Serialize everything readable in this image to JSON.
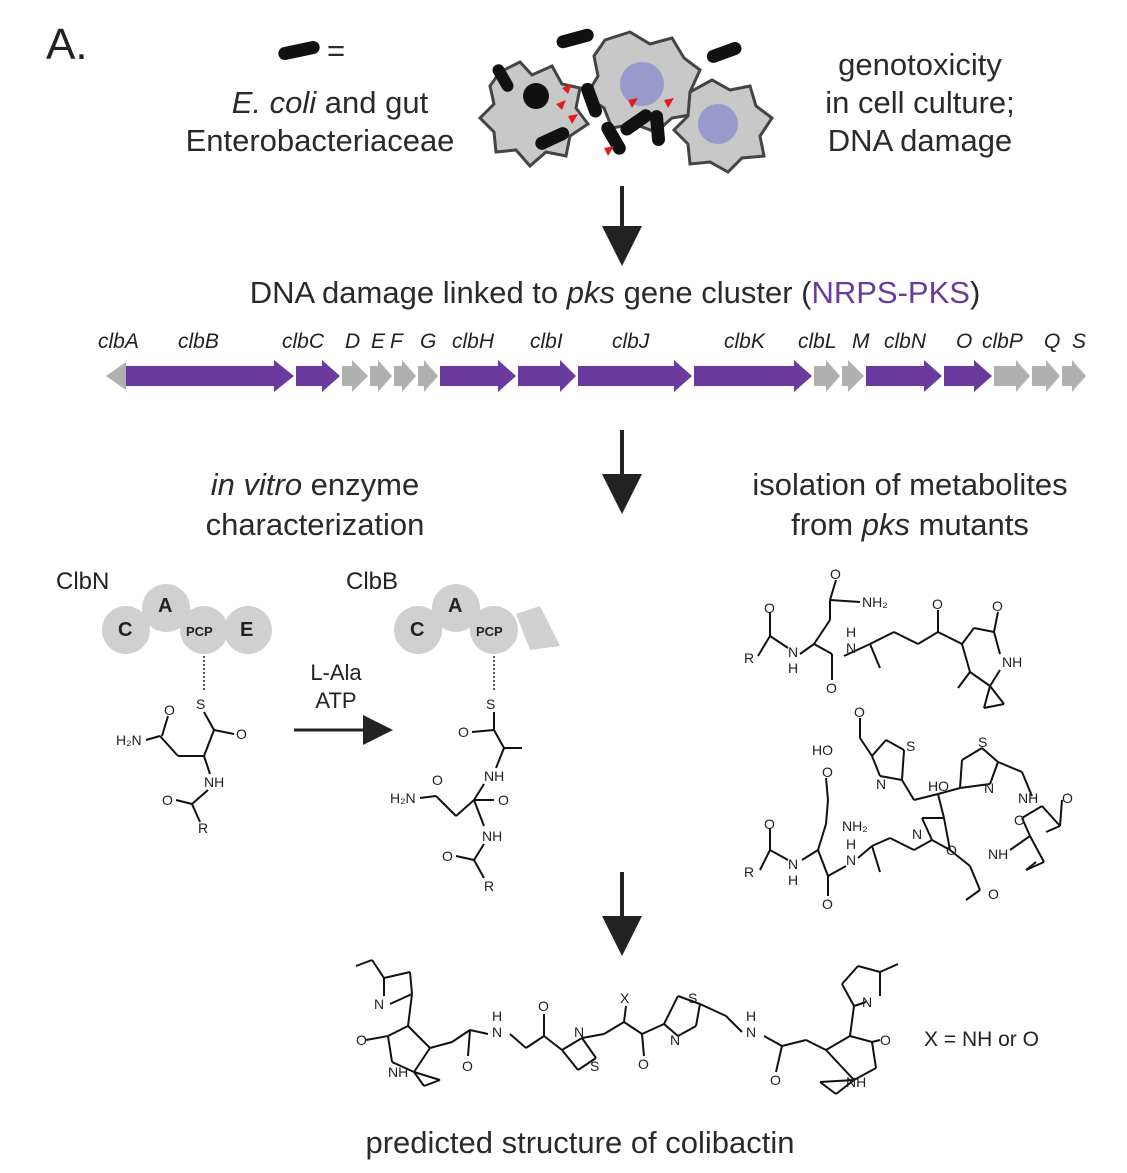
{
  "panel_label": "A.",
  "legend": {
    "equals": "=",
    "species_italic": "E. coli",
    "line1_rest": " and gut",
    "line2": "Enterobacteriaceae"
  },
  "phenotype": {
    "line1": "genotoxicity",
    "line2": "in cell culture;",
    "line3": "DNA damage"
  },
  "gene_cluster_title": {
    "prefix": "DNA damage linked to ",
    "italic": "pks",
    "middle": " gene cluster (",
    "purple": "NRPS-PKS",
    "suffix": ")"
  },
  "genes": [
    "clbA",
    "clbB",
    "clbC",
    "D",
    "E",
    "F",
    "G",
    "clbH",
    "clbI",
    "clbJ",
    "clbK",
    "clbL",
    "M",
    "clbN",
    "O",
    "clbP",
    "Q",
    "S"
  ],
  "colors": {
    "nrps_pks": "#6b3a9e",
    "other_gene": "#b0b0b0",
    "domain": "#d0d0d0",
    "damage": "#e02020",
    "nucleus": "#9999cc"
  },
  "left_branch": {
    "italic": "in vitro",
    "line1_rest": " enzyme",
    "line2": "characterization"
  },
  "right_branch": {
    "line1": "isolation of metabolites",
    "line2_prefix": "from ",
    "line2_italic": "pks",
    "line2_suffix": " mutants"
  },
  "clbN": {
    "name": "ClbN",
    "domains": [
      "C",
      "A",
      "PCP",
      "E"
    ]
  },
  "clbB": {
    "name": "ClbB",
    "domains": [
      "C",
      "A",
      "PCP"
    ]
  },
  "reaction": {
    "line1": "L-Ala",
    "line2": "ATP"
  },
  "atoms": {
    "S": "S",
    "O": "O",
    "NH": "NH",
    "H2N": "H₂N",
    "NH2": "NH₂",
    "R": "R",
    "N": "N",
    "HO": "HO",
    "H": "H",
    "HOOC": "HO"
  },
  "x_note": "X = NH or O",
  "x_label": "X",
  "final_caption": "predicted structure of colibactin"
}
